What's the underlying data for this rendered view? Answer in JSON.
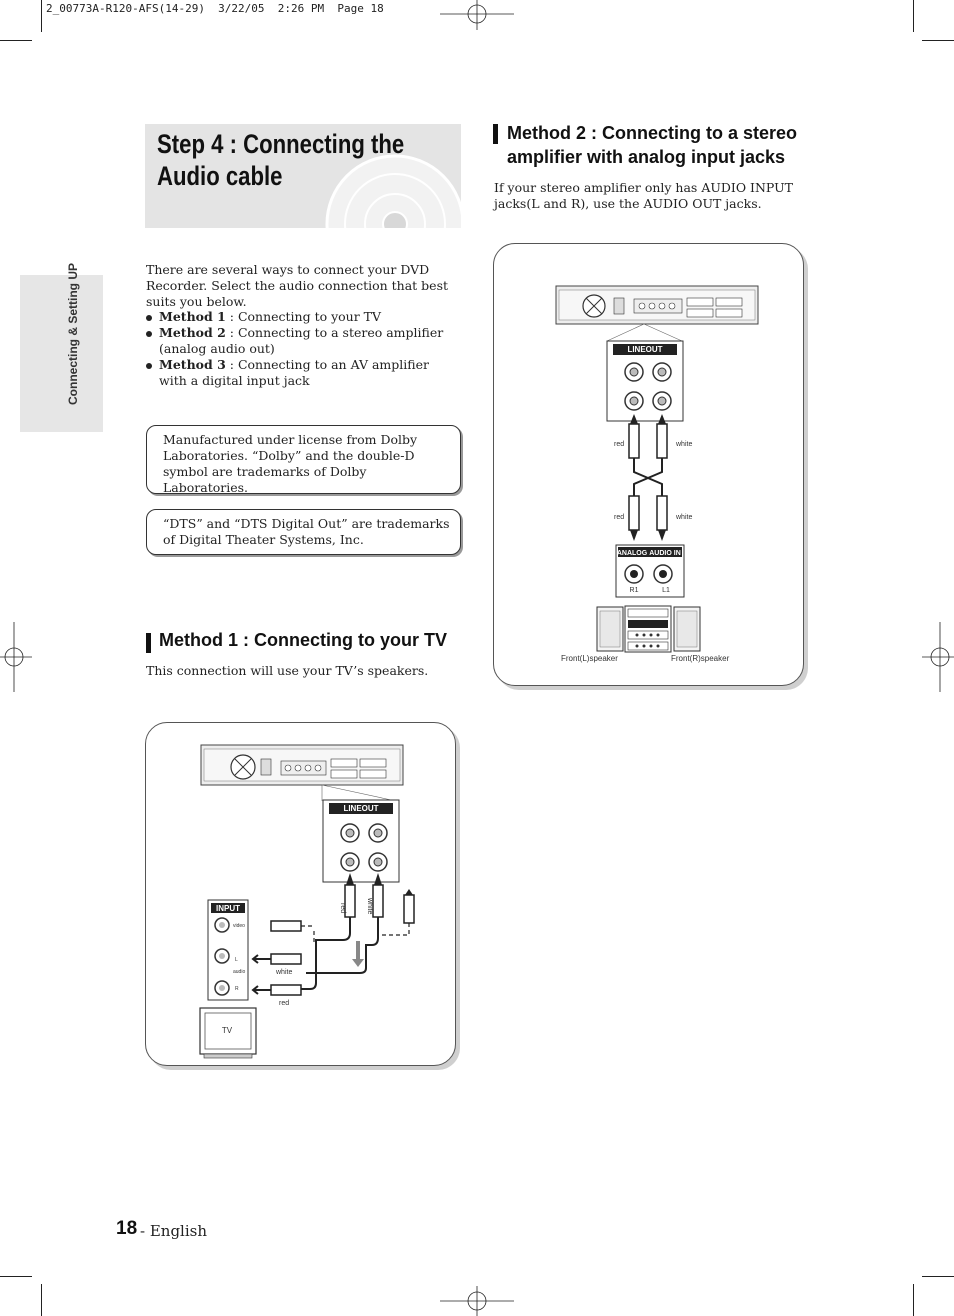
{
  "print_header": "2_00773A-R120-AFS(14-29)  3/22/05  2:26 PM  Page 18",
  "side_tab": {
    "label": "Connecting & Setting UP"
  },
  "step": {
    "title": "Step 4 : Connecting the Audio cable"
  },
  "intro": "There are several ways to connect your DVD Recorder. Select the audio connection that best suits you below.",
  "methods_list": [
    {
      "name": "Method 1",
      "desc": " : Connecting to your TV"
    },
    {
      "name": "Method 2",
      "desc": " : Connecting to a stereo amplifier (analog audio out)"
    },
    {
      "name": "Method 3",
      "desc": " : Connecting to an AV amplifier with a digital input jack"
    }
  ],
  "notes": {
    "dolby": "Manufactured under license from Dolby Laboratories. “Dolby” and the double-D symbol are trademarks of Dolby Laboratories.",
    "dts": "“DTS” and “DTS Digital Out” are trademarks of Digital Theater Systems, Inc."
  },
  "method1": {
    "heading": "Method 1 : Connecting to your TV",
    "description": "This connection will use your TV’s speakers.",
    "diagram": {
      "lineout_label": "LINEOUT",
      "input_label": "INPUT",
      "video_label": "video",
      "audio_label": "audio",
      "l_label": "L",
      "r_label": "R",
      "red_label": "red",
      "white_label": "white",
      "tv_label": "TV"
    }
  },
  "method2": {
    "heading_line1": "Method 2 : Connecting to a stereo",
    "heading_line2": "amplifier with analog input jacks",
    "description": "If your stereo amplifier only has AUDIO INPUT jacks(L and R), use the AUDIO OUT jacks.",
    "diagram": {
      "lineout_label": "LINEOUT",
      "red_label": "red",
      "white_label": "white",
      "analog_label": "ANALOG",
      "audio_in_label": "AUDIO IN",
      "r1_label": "R1",
      "l1_label": "L1",
      "front_l": "Front(L)speaker",
      "front_r": "Front(R)speaker"
    }
  },
  "footer": {
    "page_number": "18",
    "language": "- English"
  }
}
